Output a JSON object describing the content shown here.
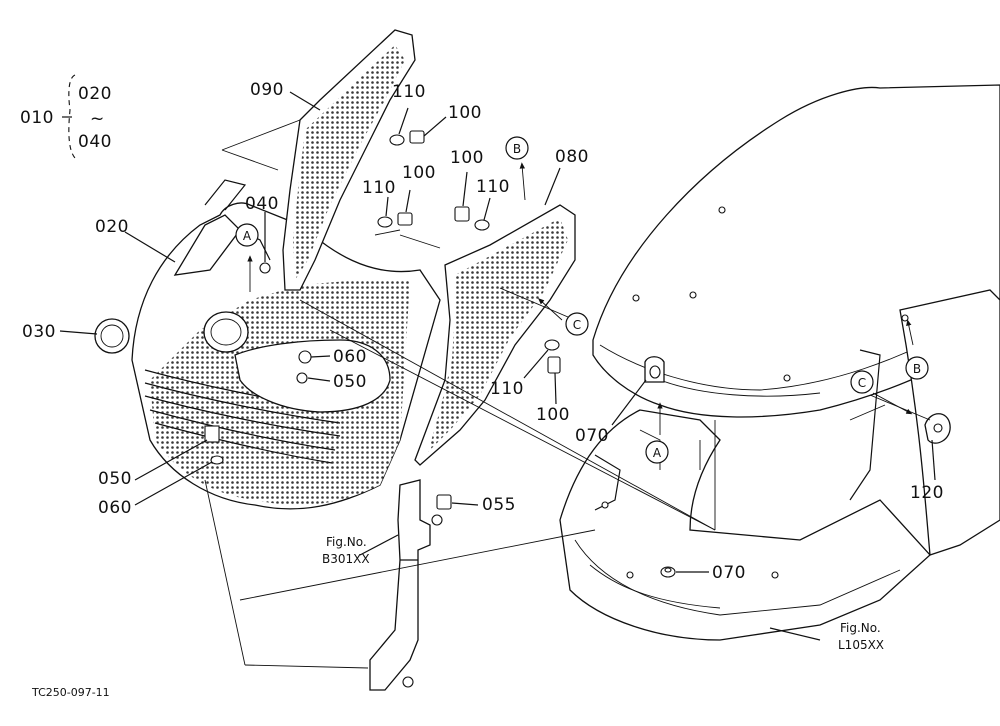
{
  "set_group": {
    "label": "010",
    "top": "020",
    "tilde": "~",
    "bottom": "040"
  },
  "parts": {
    "p090": "090",
    "p110_a": "110",
    "p100_a": "100",
    "p100_b": "100",
    "p110_b": "110",
    "p100_c": "100",
    "p110_c": "110",
    "p080": "080",
    "p020": "020",
    "p040": "040",
    "p030": "030",
    "p060_a": "060",
    "p050_a": "050",
    "p110_d": "110",
    "p100_d": "100",
    "p070_a": "070",
    "p120": "120",
    "p050_b": "050",
    "p060_b": "060",
    "p055": "055",
    "p070_b": "070"
  },
  "markers": {
    "a1": "A",
    "a2": "A",
    "b1": "B",
    "b2": "B",
    "c1": "C",
    "c2": "C"
  },
  "fig_refs": {
    "ref1_title": "Fig.No.",
    "ref1_code": "B301XX",
    "ref2_title": "Fig.No.",
    "ref2_code": "L105XX"
  },
  "drawing_code": "TC250-097-11"
}
